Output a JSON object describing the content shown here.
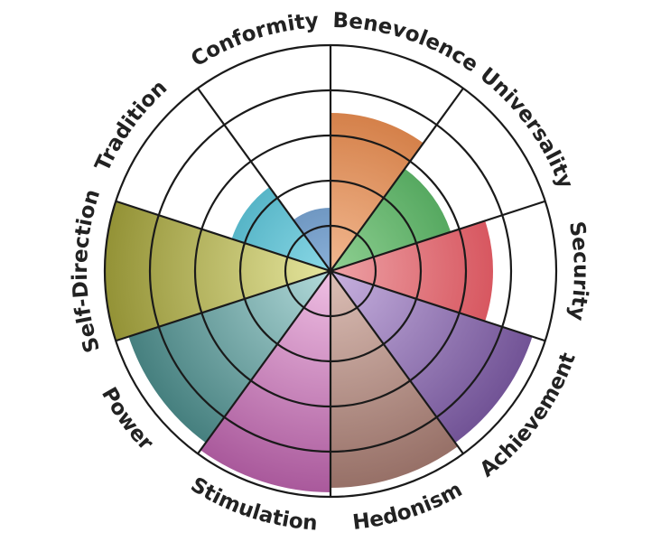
{
  "chart_data": {
    "type": "polar-area",
    "title": "",
    "rlim": [
      0,
      5
    ],
    "rings": [
      1,
      2,
      3,
      4,
      5
    ],
    "grid": true,
    "legend": "none",
    "categories": [
      {
        "label": "Benevolence",
        "value": 3.5,
        "color": "#c8692c",
        "light": "#f2b890"
      },
      {
        "label": "Universality",
        "value": 2.8,
        "color": "#2a8a3a",
        "light": "#8fd092"
      },
      {
        "label": "Security",
        "value": 3.6,
        "color": "#cf3a45",
        "light": "#eda2a6"
      },
      {
        "label": "Achievement",
        "value": 4.7,
        "color": "#6c4d91",
        "light": "#c8b2e0"
      },
      {
        "label": "Hedonism",
        "value": 4.8,
        "color": "#946d64",
        "light": "#dcbfb6"
      },
      {
        "label": "Stimulation",
        "value": 4.9,
        "color": "#a8579a",
        "light": "#f0c0e4"
      },
      {
        "label": "Power",
        "value": 4.7,
        "color": "#3f7a79",
        "light": "#b2dada"
      },
      {
        "label": "Self-Direction",
        "value": 5.0,
        "color": "#939236",
        "light": "#e6e69e"
      },
      {
        "label": "Tradition",
        "value": 2.3,
        "color": "#1b8ca3",
        "light": "#8ad8e6"
      },
      {
        "label": "Conformity",
        "value": 1.4,
        "color": "#2d5a8a",
        "light": "#8ab0d8"
      }
    ]
  }
}
